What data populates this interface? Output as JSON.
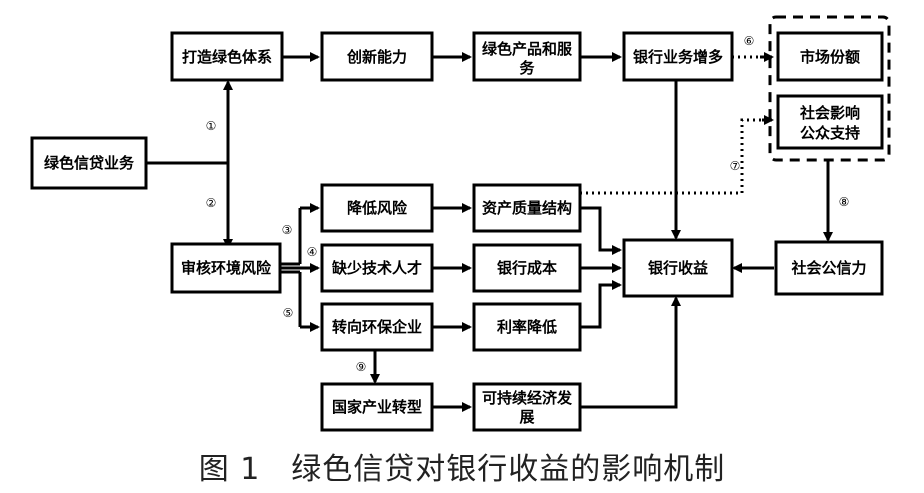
{
  "caption": "图 1　绿色信贷对银行收益的影响机制",
  "nodes": {
    "green_credit": "绿色信贷业务",
    "build_green_system": "打造绿色体系",
    "innovation": "创新能力",
    "green_products_1": "绿色产品和服",
    "green_products_2": "务",
    "bank_business_growth": "银行业务增多",
    "market_share": "市场份额",
    "social_influence_1": "社会影响",
    "social_influence_2": "公众支持",
    "review_env_risk": "审核环境风险",
    "reduce_risk": "降低风险",
    "asset_quality": "资产质量结构",
    "lack_talent": "缺少技术人才",
    "bank_cost": "银行成本",
    "bank_income": "银行收益",
    "social_credibility": "社会公信力",
    "turn_to_eco": "转向环保企业",
    "interest_rate_down": "利率降低",
    "industry_transform": "国家产业转型",
    "sustainable_1": "可持续经济发",
    "sustainable_2": "展"
  },
  "markers": [
    "①",
    "②",
    "③",
    "④",
    "⑤",
    "⑥",
    "⑦",
    "⑧",
    "⑨"
  ]
}
